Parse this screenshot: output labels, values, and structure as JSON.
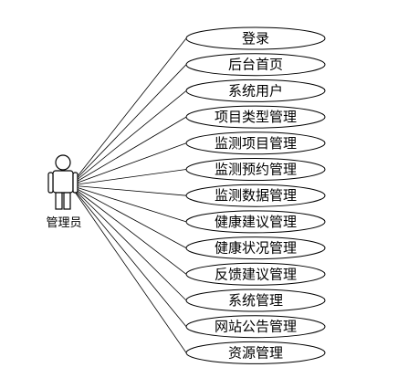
{
  "actor": {
    "label": "管理员"
  },
  "use_cases": [
    "登录",
    "后台首页",
    "系统用户",
    "项目类型管理",
    "监测项目管理",
    "监测预约管理",
    "监测数据管理",
    "健康建议管理",
    "健康状况管理",
    "反馈建议管理",
    "系统管理",
    "网站公告管理",
    "资源管理"
  ]
}
